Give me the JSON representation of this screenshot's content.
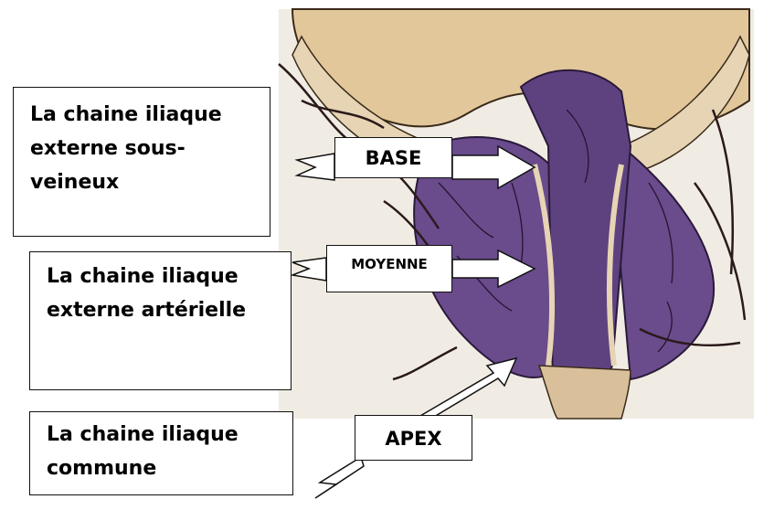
{
  "labels": {
    "box1": [
      "La chaine iliaque",
      "externe sous-",
      "veineux"
    ],
    "box2": [
      "La chaine iliaque",
      "externe artérielle"
    ],
    "box3": [
      "La chaine iliaque",
      "commune"
    ]
  },
  "tags": {
    "base": "BASE",
    "moyenne": "MOYENNE",
    "apex": "APEX"
  },
  "colors": {
    "bladder": "#e2c79b",
    "prostate": "#6a4b8c",
    "prostate_dark": "#3f2a5a",
    "vessel": "#2a1a1a",
    "capsule": "#e6d4b4"
  }
}
